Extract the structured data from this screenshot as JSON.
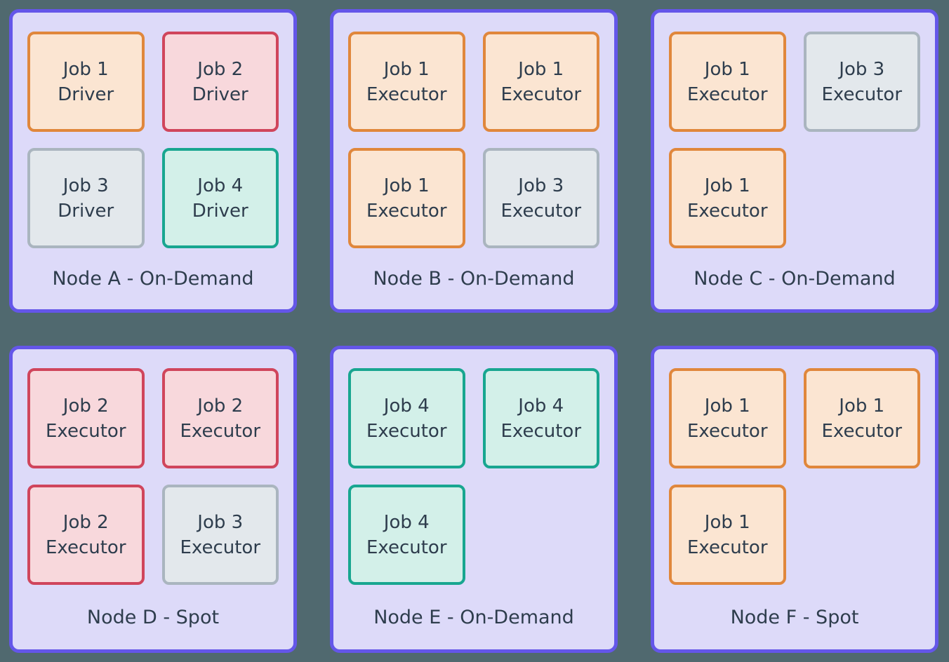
{
  "diagram": {
    "background": "#50696F",
    "text_color": "#2E3D4D",
    "node_style": {
      "background": "#DDDAF9",
      "border": "#6456E9"
    },
    "variants": {
      "orange": {
        "border": "#E0873C",
        "fill": "#FBE5D2"
      },
      "red": {
        "border": "#D0455C",
        "fill": "#F8D8DC"
      },
      "gray": {
        "border": "#AAB5BF",
        "fill": "#E3E8EC"
      },
      "teal": {
        "border": "#18A690",
        "fill": "#D3F0E9"
      }
    },
    "nodes": [
      {
        "id": "node-a",
        "label": "Node A - On-Demand",
        "jobs": [
          {
            "job": "Job 1",
            "role": "Driver",
            "variant": "orange"
          },
          {
            "job": "Job 2",
            "role": "Driver",
            "variant": "red"
          },
          {
            "job": "Job 3",
            "role": "Driver",
            "variant": "gray"
          },
          {
            "job": "Job 4",
            "role": "Driver",
            "variant": "teal"
          }
        ]
      },
      {
        "id": "node-b",
        "label": "Node B - On-Demand",
        "jobs": [
          {
            "job": "Job 1",
            "role": "Executor",
            "variant": "orange"
          },
          {
            "job": "Job 1",
            "role": "Executor",
            "variant": "orange"
          },
          {
            "job": "Job 1",
            "role": "Executor",
            "variant": "orange"
          },
          {
            "job": "Job 3",
            "role": "Executor",
            "variant": "gray"
          }
        ]
      },
      {
        "id": "node-c",
        "label": "Node C - On-Demand",
        "jobs": [
          {
            "job": "Job 1",
            "role": "Executor",
            "variant": "orange"
          },
          {
            "job": "Job 3",
            "role": "Executor",
            "variant": "gray"
          },
          {
            "job": "Job 1",
            "role": "Executor",
            "variant": "orange"
          },
          null
        ]
      },
      {
        "id": "node-d",
        "label": "Node D - Spot",
        "jobs": [
          {
            "job": "Job 2",
            "role": "Executor",
            "variant": "red"
          },
          {
            "job": "Job 2",
            "role": "Executor",
            "variant": "red"
          },
          {
            "job": "Job 2",
            "role": "Executor",
            "variant": "red"
          },
          {
            "job": "Job 3",
            "role": "Executor",
            "variant": "gray"
          }
        ]
      },
      {
        "id": "node-e",
        "label": "Node E - On-Demand",
        "jobs": [
          {
            "job": "Job 4",
            "role": "Executor",
            "variant": "teal"
          },
          {
            "job": "Job 4",
            "role": "Executor",
            "variant": "teal"
          },
          {
            "job": "Job 4",
            "role": "Executor",
            "variant": "teal"
          },
          null
        ]
      },
      {
        "id": "node-f",
        "label": "Node F - Spot",
        "jobs": [
          {
            "job": "Job 1",
            "role": "Executor",
            "variant": "orange"
          },
          {
            "job": "Job 1",
            "role": "Executor",
            "variant": "orange"
          },
          {
            "job": "Job 1",
            "role": "Executor",
            "variant": "orange"
          },
          null
        ]
      }
    ]
  }
}
